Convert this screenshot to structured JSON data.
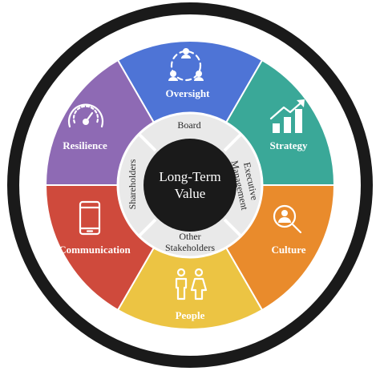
{
  "center": {
    "line1": "Long-Term",
    "line2": "Value"
  },
  "inner_ring": [
    {
      "id": "board",
      "label": "Board"
    },
    {
      "id": "executive",
      "line1": "Executive",
      "line2": "Management"
    },
    {
      "id": "other",
      "line1": "Other",
      "line2": "Stakeholders"
    },
    {
      "id": "shareholders",
      "label": "Shareholders"
    }
  ],
  "segments": [
    {
      "id": "oversight",
      "label": "Oversight",
      "icon": "people-network-icon",
      "color": "#4e74d6"
    },
    {
      "id": "strategy",
      "label": "Strategy",
      "icon": "growth-chart-icon",
      "color": "#3aa898"
    },
    {
      "id": "culture",
      "label": "Culture",
      "icon": "magnifier-person-icon",
      "color": "#e98b2c"
    },
    {
      "id": "people",
      "label": "People",
      "icon": "man-woman-icon",
      "color": "#ecc443"
    },
    {
      "id": "communication",
      "label": "Communication",
      "icon": "mobile-phone-icon",
      "color": "#cf4a3c"
    },
    {
      "id": "resilience",
      "label": "Resilience",
      "icon": "gauge-icon",
      "color": "#8e6ab4"
    }
  ],
  "colors": {
    "outer_ring": "#1a1a1a",
    "inner_ring": "#e9e9e9",
    "center_disc": "#1a1a1a"
  }
}
